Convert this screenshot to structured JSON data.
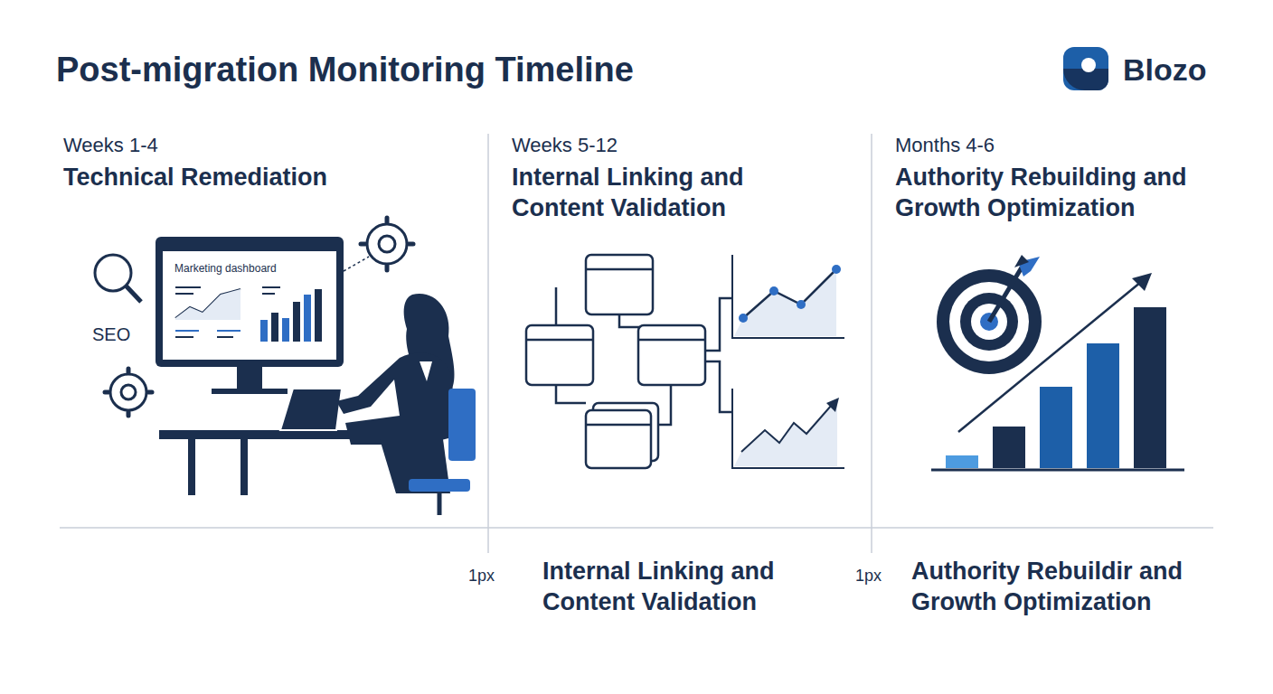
{
  "diagram": {
    "title": "Post-migration Monitoring Timeline",
    "labels": [
      "Blozo",
      "Weeks 1-4",
      "Technical Remediation",
      "Weeks 5-12",
      "Internal Linking and Content Validation",
      "Months 4-6",
      "Authority Rebuilding and Growth Optimization",
      "Marketing dashboard",
      "SEO",
      "1px",
      "Internal Linking and Content Validation",
      "1px",
      "Authority Rebuildir and Growth Optimization"
    ]
  }
}
